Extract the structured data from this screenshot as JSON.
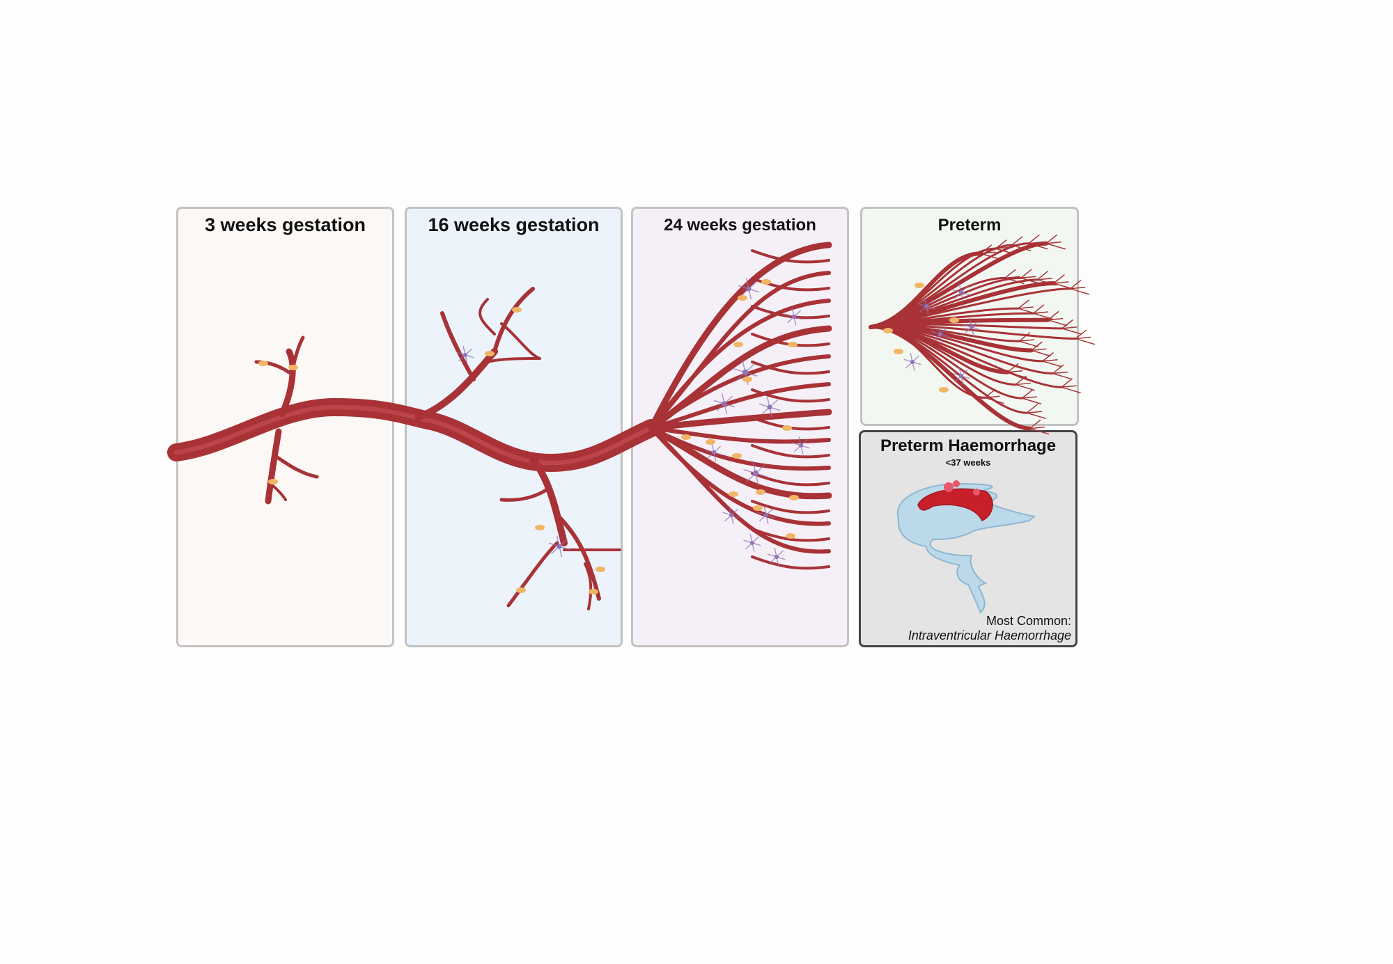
{
  "panels": {
    "week3": {
      "title": "3 weeks gestation"
    },
    "week16": {
      "title": "16 weeks gestation"
    },
    "week24": {
      "title": "24 weeks gestation"
    },
    "preterm": {
      "title": "Preterm"
    },
    "haemorrhage": {
      "title": "Preterm Haemorrhage",
      "subtitle": "<37 weeks",
      "note_label": "Most Common:",
      "note_value": "Intraventricular Haemorrhage"
    }
  },
  "colors": {
    "vessel": "#a83236",
    "vessel_highlight": "#c85457",
    "pericyte": "#f0b665",
    "neuron": "#8f74b8",
    "ventricle": "#bcd9ea",
    "blood": "#c8202a"
  }
}
